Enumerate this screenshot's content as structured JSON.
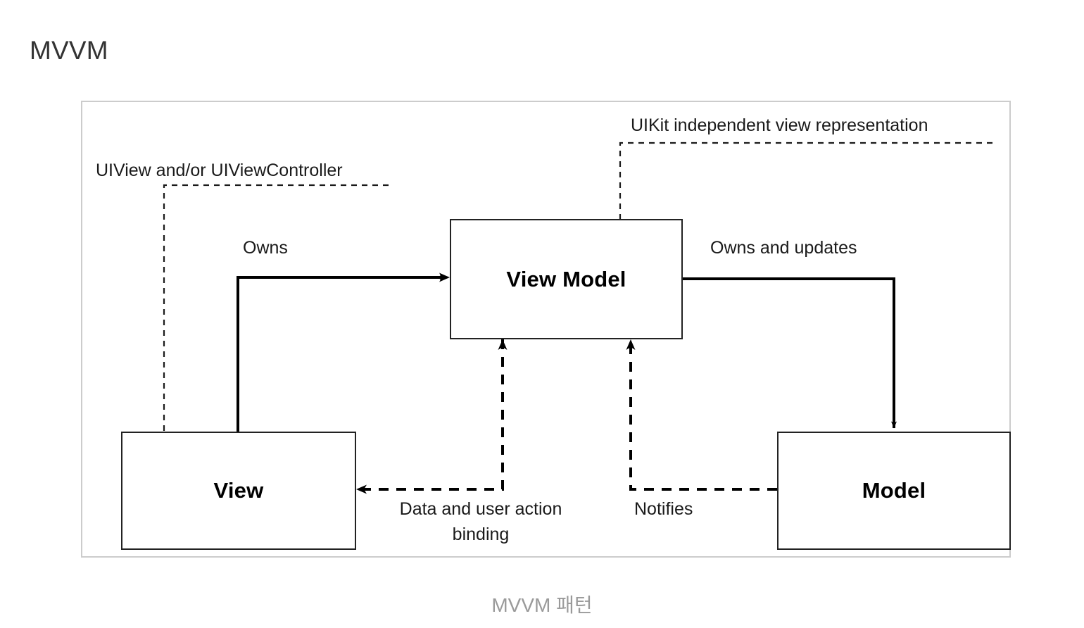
{
  "page": {
    "title": "MVVM",
    "caption": "MVVM 패턴"
  },
  "diagram": {
    "nodes": [
      {
        "id": "view",
        "label": "View"
      },
      {
        "id": "view-model",
        "label": "View Model"
      },
      {
        "id": "model",
        "label": "Model"
      }
    ],
    "annotations": [
      {
        "id": "uiview-annotation",
        "text": "UIView and/or UIViewController",
        "target": "view",
        "style": "dashed-leader"
      },
      {
        "id": "uikit-annotation",
        "text": "UIKit independent view representation",
        "target": "view-model",
        "style": "dashed-leader"
      }
    ],
    "edges": [
      {
        "id": "owns",
        "label": "Owns",
        "from": "view",
        "to": "view-model",
        "style": "solid",
        "arrow": "end"
      },
      {
        "id": "owns-and-updates",
        "label": "Owns and updates",
        "from": "view-model",
        "to": "model",
        "style": "solid",
        "arrow": "end"
      },
      {
        "id": "data-binding",
        "label": "Data and user action binding",
        "from": "view-model",
        "to": "view",
        "style": "dashed",
        "arrow": "end"
      },
      {
        "id": "notifies",
        "label": "Notifies",
        "from": "model",
        "to": "view-model",
        "style": "dashed",
        "arrow": "end"
      }
    ],
    "colors": {
      "frame_border": "#cccccc",
      "node_border": "#222222",
      "line": "#000000",
      "title_text": "#333333",
      "caption_text": "#9a9a9a",
      "label_text": "#1a1a1a"
    }
  }
}
